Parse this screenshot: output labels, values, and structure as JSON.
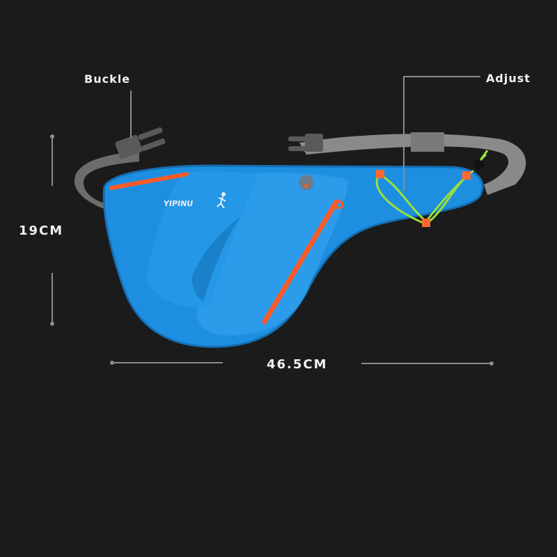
{
  "annotations": {
    "buckle_label": "Buckle",
    "adjust_label": "Adjust",
    "height_label": "19CM",
    "width_label": "46.5CM"
  },
  "product": {
    "brand_logo_text": "YIPINU",
    "type": "running waist bag with bottle holder",
    "colors": {
      "background": "#1b1b1b",
      "bag_body": "#1e8fe0",
      "zipper_accent": "#ff5a26",
      "strap": "#8a8a8a",
      "bungee_cord": "#9ae03a",
      "annotation_line": "#8c8c8c",
      "text": "#f2f2f2"
    }
  }
}
